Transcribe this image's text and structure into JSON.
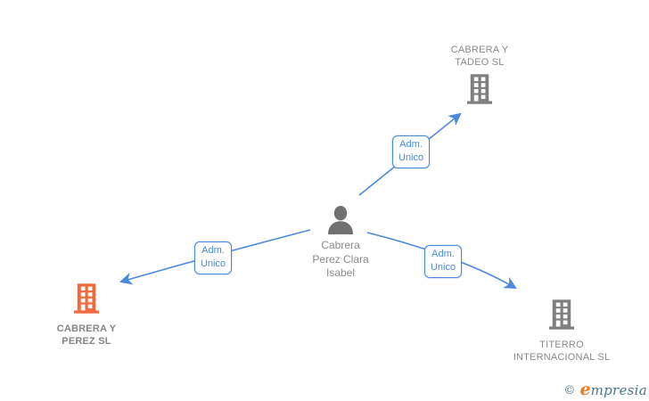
{
  "colors": {
    "edge_blue": "#4a89dc",
    "building_gray": "#7f7f7f",
    "building_orange": "#f4683c",
    "person_gray": "#717171",
    "label_gray": "#8a8a8a",
    "brand_teal": "#45788c",
    "brand_orange": "#ee7724"
  },
  "person": {
    "line1": "Cabrera",
    "line2": "Perez Clara",
    "line3": "Isabel"
  },
  "companies": [
    {
      "line1": "CABRERA Y",
      "line2": "TADEO SL"
    },
    {
      "line1": "CABRERA Y",
      "line2": "PEREZ SL"
    },
    {
      "line1": "TITERRO",
      "line2": "INTERNACIONAL SL"
    }
  ],
  "edges": [
    {
      "line1": "Adm.",
      "line2": "Unico"
    },
    {
      "line1": "Adm.",
      "line2": "Unico"
    },
    {
      "line1": "Adm.",
      "line2": "Unico"
    }
  ],
  "watermark": {
    "copyright": "©",
    "brand_initial": "e",
    "brand_rest": "mpresia"
  }
}
